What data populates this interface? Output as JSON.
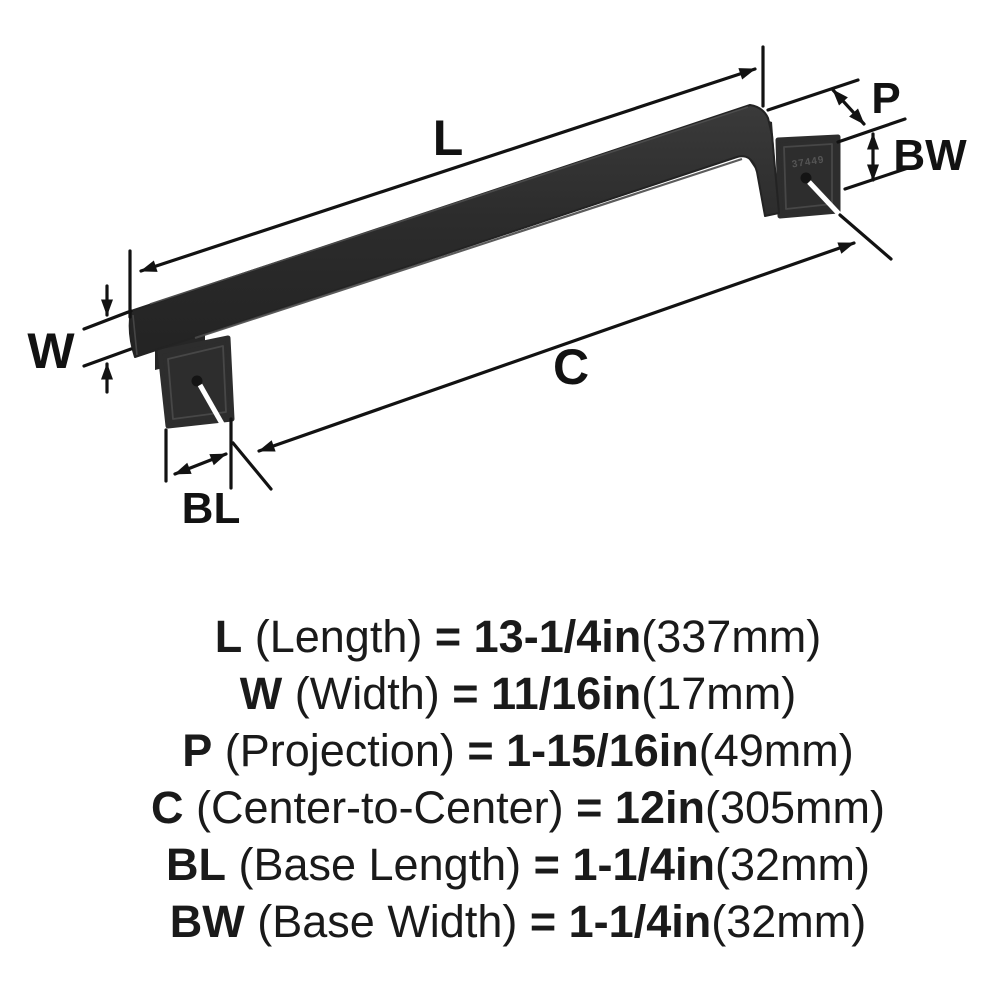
{
  "diagram": {
    "part_number_engraving": "37449",
    "dim_labels": {
      "L": "L",
      "W": "W",
      "P": "P",
      "C": "C",
      "BL": "BL",
      "BW": "BW"
    },
    "colors": {
      "background": "#ffffff",
      "line": "#121212",
      "handle_dark": "#262626",
      "handle_mid": "#2d2d2d",
      "handle_light": "#3a3a3a",
      "leader": "#ffffff"
    }
  },
  "specs": [
    {
      "abbr": "L",
      "name": "(Length)",
      "eq": "=",
      "value": "13-1/4in",
      "metric": "(337mm)"
    },
    {
      "abbr": "W",
      "name": "(Width)",
      "eq": "=",
      "value": "11/16in",
      "metric": "(17mm)"
    },
    {
      "abbr": "P",
      "name": "(Projection)",
      "eq": "=",
      "value": "1-15/16in",
      "metric": "(49mm)"
    },
    {
      "abbr": "C",
      "name": "(Center-to-Center)",
      "eq": "=",
      "value": "12in",
      "metric": "(305mm)"
    },
    {
      "abbr": "BL",
      "name": "(Base Length)",
      "eq": "=",
      "value": "1-1/4in",
      "metric": "(32mm)"
    },
    {
      "abbr": "BW",
      "name": "(Base Width)",
      "eq": "=",
      "value": "1-1/4in",
      "metric": "(32mm)"
    }
  ]
}
